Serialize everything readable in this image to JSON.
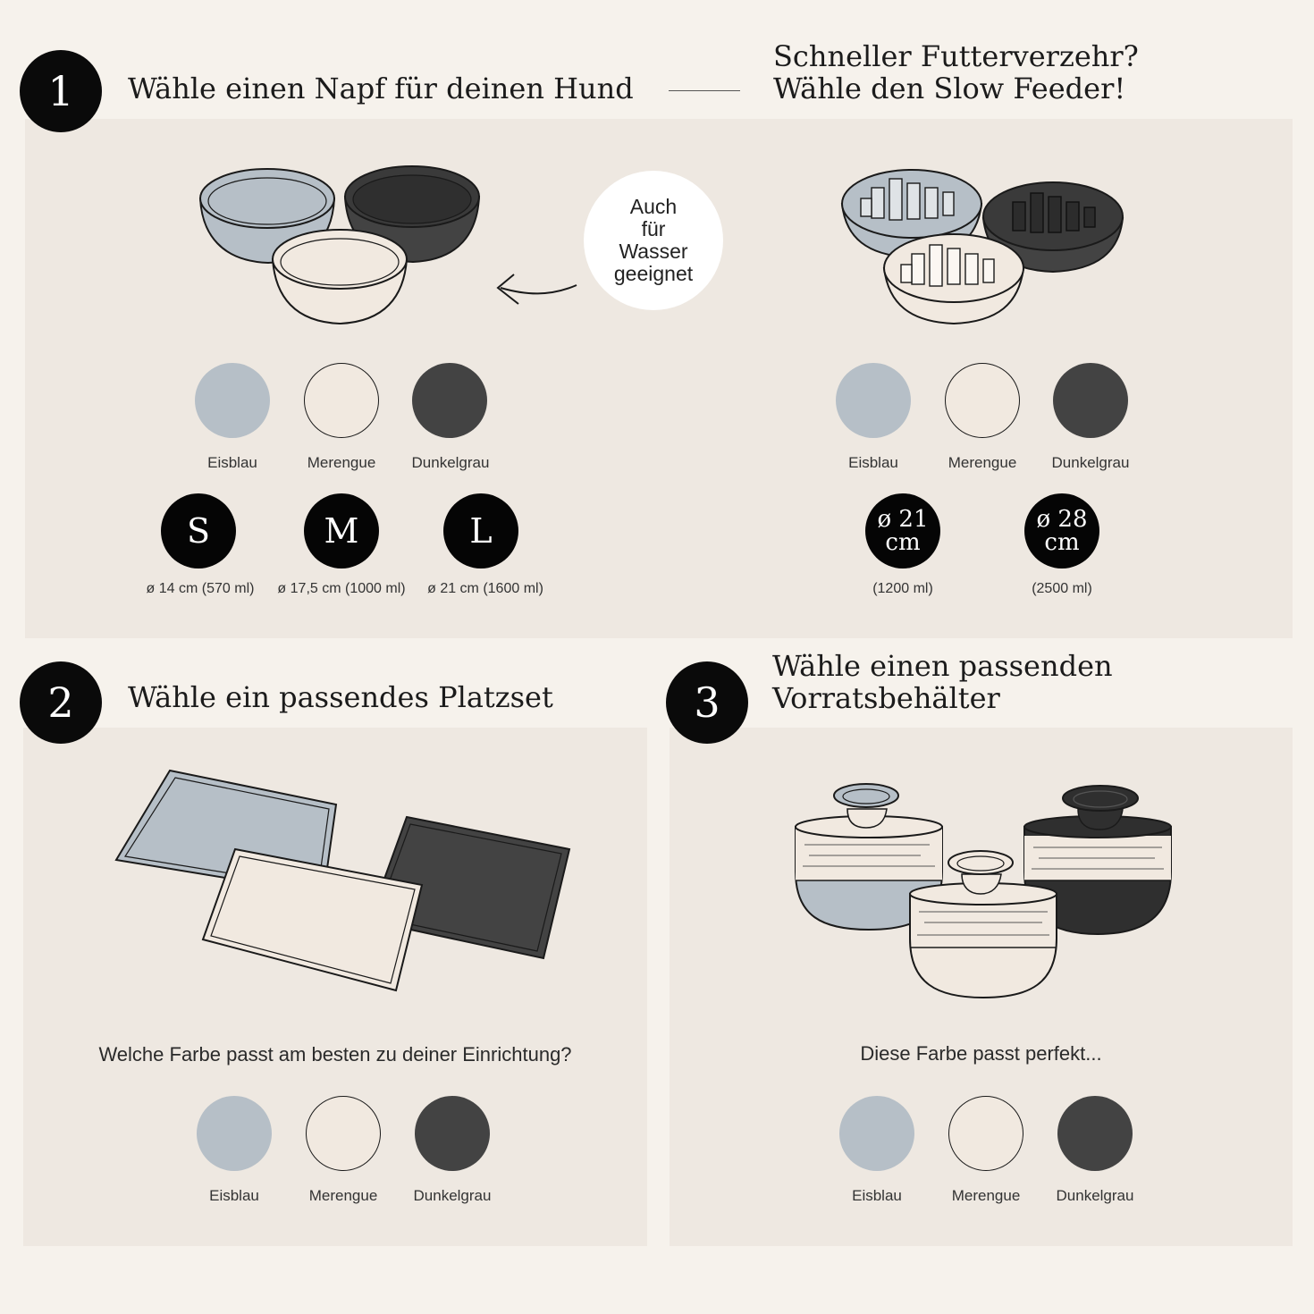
{
  "colors": {
    "eisblau": "#b6bfc7",
    "merengue": "#f1e9e0",
    "dunkelgrau": "#434343",
    "outline": "#1a1a1a"
  },
  "section1": {
    "number": "1",
    "title": "Wähle einen Napf für deinen Hund",
    "bubble": [
      "Auch",
      "für",
      "Wasser",
      "geeignet"
    ],
    "color_labels": [
      "Eisblau",
      "Merengue",
      "Dunkelgrau"
    ],
    "sizes": [
      {
        "letter": "S",
        "label": "ø 14 cm (570 ml)"
      },
      {
        "letter": "M",
        "label": "ø 17,5 cm (1000 ml)"
      },
      {
        "letter": "L",
        "label": "ø 21 cm (1600 ml)"
      }
    ]
  },
  "slow_feeder": {
    "title_line1": "Schneller Futterverzehr?",
    "title_line2": "Wähle den Slow Feeder!",
    "color_labels": [
      "Eisblau",
      "Merengue",
      "Dunkelgrau"
    ],
    "sizes": [
      {
        "line1": "ø 21",
        "line2": "cm",
        "label": "(1200 ml)"
      },
      {
        "line1": "ø 28",
        "line2": "cm",
        "label": "(2500 ml)"
      }
    ]
  },
  "section2": {
    "number": "2",
    "title": "Wähle ein passendes Platzset",
    "question": "Welche Farbe passt am besten zu deiner Einrichtung?",
    "color_labels": [
      "Eisblau",
      "Merengue",
      "Dunkelgrau"
    ]
  },
  "section3": {
    "number": "3",
    "title_line1": "Wähle einen passenden",
    "title_line2": "Vorratsbehälter",
    "question": "Diese Farbe passt perfekt...",
    "color_labels": [
      "Eisblau",
      "Merengue",
      "Dunkelgrau"
    ]
  }
}
